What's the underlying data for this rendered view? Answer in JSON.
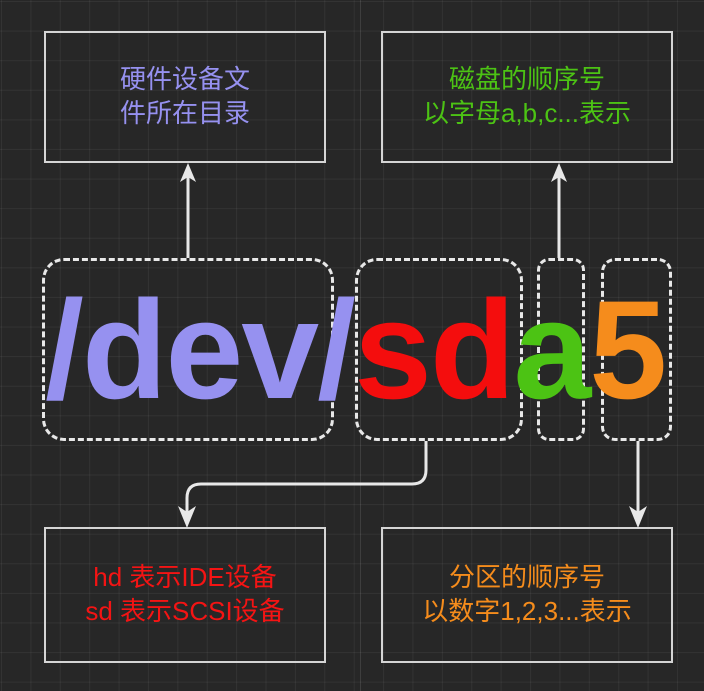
{
  "diagram": {
    "title_path": "/dev/sda5",
    "background_color": "#272727",
    "grid_color": "#3a3a3a",
    "border_color": "#d5d5d5",
    "segments": [
      {
        "id": "dev",
        "text": "/dev/",
        "color": "#9691f0"
      },
      {
        "id": "sd",
        "text": "sd",
        "color": "#f40d0d"
      },
      {
        "id": "a",
        "text": "a",
        "color": "#4cc314"
      },
      {
        "id": "5",
        "text": "5",
        "color": "#f58c1c"
      }
    ],
    "callouts": {
      "top_left": {
        "color": "#9691f0",
        "line1": "硬件设备文",
        "line2": "件所在目录"
      },
      "top_right": {
        "color": "#4cc314",
        "line1": "磁盘的顺序号",
        "line2": "以字母a,b,c...表示"
      },
      "bottom_left": {
        "color": "#f41414",
        "line1": "hd 表示IDE设备",
        "line2": "sd 表示SCSI设备"
      },
      "bottom_right": {
        "color": "#f58c1c",
        "line1": "分区的顺序号",
        "line2": "以数字1,2,3...表示"
      }
    },
    "connectors": [
      {
        "name": "dev-to-top-left-arrow",
        "from": "dev",
        "to": "top_left",
        "style": "straight-up"
      },
      {
        "name": "a-to-top-right-arrow",
        "from": "a",
        "to": "top_right",
        "style": "straight-up"
      },
      {
        "name": "sd-to-bottom-left-arrow",
        "from": "sd",
        "to": "bottom_left",
        "style": "elbow-down-left"
      },
      {
        "name": "5-to-bottom-right-arrow",
        "from": "5",
        "to": "bottom_right",
        "style": "straight-down"
      }
    ]
  }
}
